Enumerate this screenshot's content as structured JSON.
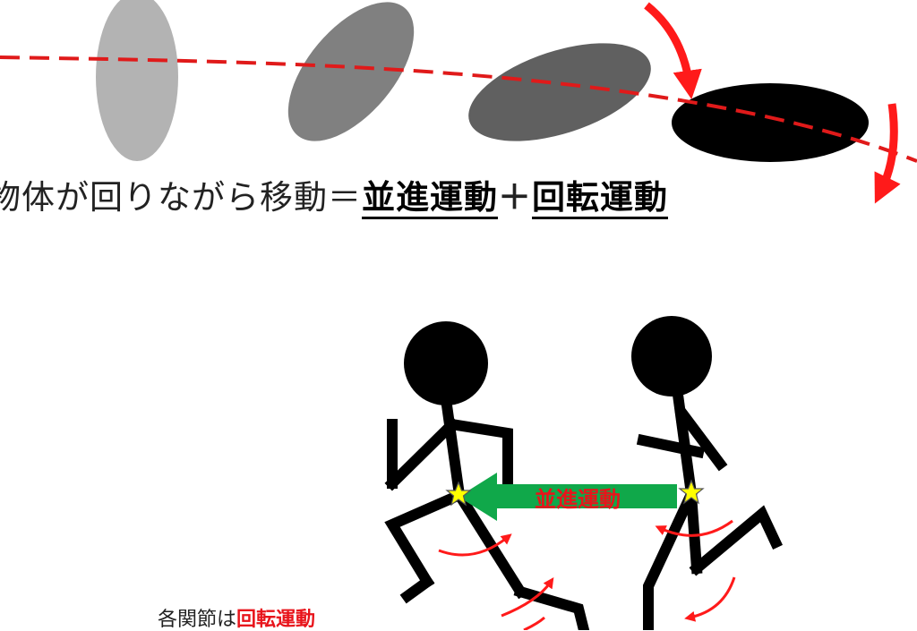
{
  "top_caption": {
    "prefix": "物体が回りながら移動＝",
    "term_translation": "並進運動",
    "plus": "＋",
    "term_rotation": "回転運動"
  },
  "arrow_label": "並進運動",
  "joint_note": {
    "prefix": "各関節は",
    "highlight": "回転運動"
  },
  "colors": {
    "trajectory": "#e01a1a",
    "rotation_arrow": "#ff1a1a",
    "translation_arrow": "#10a84a",
    "arrow_label": "#e8141b",
    "figure": "#000000",
    "joint_star": "#ffff00",
    "ellipse_shades": [
      "#b3b3b3",
      "#808080",
      "#606060",
      "#000000"
    ]
  },
  "icons": [
    "joint-star-icon",
    "rotation-arrow-icon"
  ]
}
